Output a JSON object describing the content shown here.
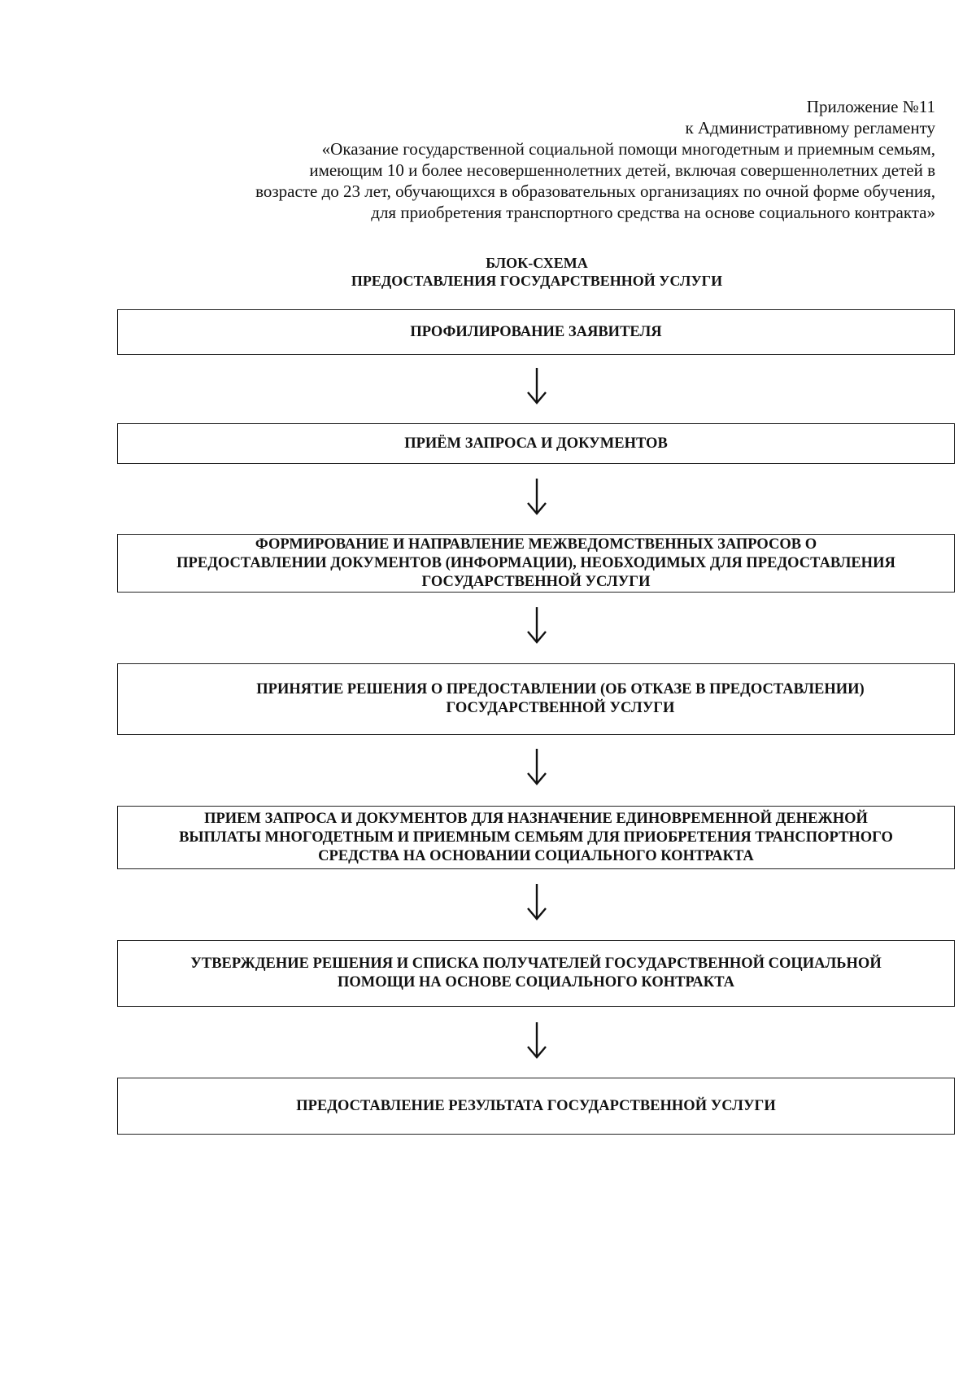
{
  "header": {
    "lines": [
      "Приложение №11",
      "к Административному регламенту",
      "«Оказание государственной социальной помощи многодетным и приемным семьям,",
      "имеющим 10 и более несовершеннолетних детей, включая совершеннолетних детей в",
      "возрасте до 23 лет, обучающихся в образовательных организациях по очной форме обучения,",
      "для приобретения транспортного средства на основе социального контракта»"
    ]
  },
  "scheme_title": {
    "line1": "БЛОК-СХЕМА",
    "line2": "ПРЕДОСТАВЛЕНИЯ ГОСУДАРСТВЕННОЙ УСЛУГИ"
  },
  "steps": [
    {
      "lines": [
        "ПРОФИЛИРОВАНИЕ ЗАЯВИТЕЛЯ"
      ]
    },
    {
      "lines": [
        "ПРИЁМ ЗАПРОСА И ДОКУМЕНТОВ"
      ]
    },
    {
      "lines": [
        "ФОРМИРОВАНИЕ И НАПРАВЛЕНИЕ МЕЖВЕДОМСТВЕННЫХ ЗАПРОСОВ О",
        "ПРЕДОСТАВЛЕНИИ ДОКУМЕНТОВ (ИНФОРМАЦИИ), НЕОБХОДИМЫХ ДЛЯ ПРЕДОСТАВЛЕНИЯ",
        "ГОСУДАРСТВЕННОЙ УСЛУГИ"
      ]
    },
    {
      "lines": [
        "ПРИНЯТИЕ РЕШЕНИЯ О ПРЕДОСТАВЛЕНИИ (ОБ ОТКАЗЕ В ПРЕДОСТАВЛЕНИИ)",
        "ГОСУДАРСТВЕННОЙ УСЛУГИ"
      ]
    },
    {
      "lines": [
        "ПРИЕМ ЗАПРОСА И ДОКУМЕНТОВ ДЛЯ НАЗНАЧЕНИЕ ЕДИНОВРЕМЕННОЙ ДЕНЕЖНОЙ",
        "ВЫПЛАТЫ МНОГОДЕТНЫМ И ПРИЕМНЫМ СЕМЬЯМ ДЛЯ ПРИОБРЕТЕНИЯ ТРАНСПОРТНОГО",
        "СРЕДСТВА НА ОСНОВАНИИ СОЦИАЛЬНОГО КОНТРАКТА"
      ]
    },
    {
      "lines": [
        "УТВЕРЖДЕНИЕ РЕШЕНИЯ И СПИСКА ПОЛУЧАТЕЛЕЙ ГОСУДАРСТВЕННОЙ СОЦИАЛЬНОЙ",
        "ПОМОЩИ НА ОСНОВЕ СОЦИАЛЬНОГО КОНТРАКТА"
      ]
    },
    {
      "lines": [
        "ПРЕДОСТАВЛЕНИЕ РЕЗУЛЬТАТА ГОСУДАРСТВЕННОЙ УСЛУГИ"
      ]
    }
  ]
}
